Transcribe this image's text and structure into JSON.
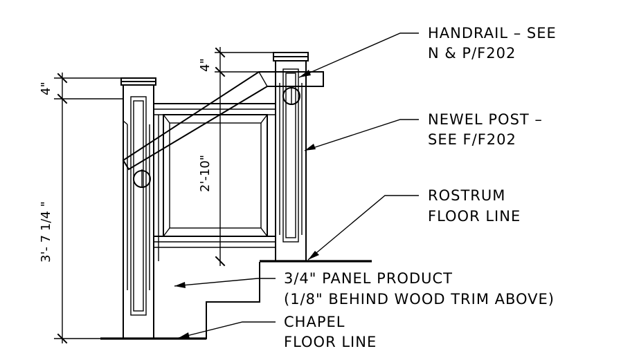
{
  "callouts": {
    "handrail": {
      "line1": "HANDRAIL – SEE",
      "line2": "N & P/F202"
    },
    "newel_post": {
      "line1": "NEWEL POST –",
      "line2": "SEE F/F202"
    },
    "rostrum": {
      "line1": "ROSTRUM",
      "line2": "FLOOR LINE"
    },
    "panel": {
      "line1": "3/4\" PANEL PRODUCT",
      "line2": "(1/8\" BEHIND WOOD TRIM ABOVE)"
    },
    "chapel": {
      "line1": "CHAPEL",
      "line2": "FLOOR LINE"
    }
  },
  "dimensions": {
    "left_cap": "4\"",
    "right_cap": "4\"",
    "rail_height": "2'-10\"",
    "overall_height": "3'- 7 1/4 \""
  }
}
